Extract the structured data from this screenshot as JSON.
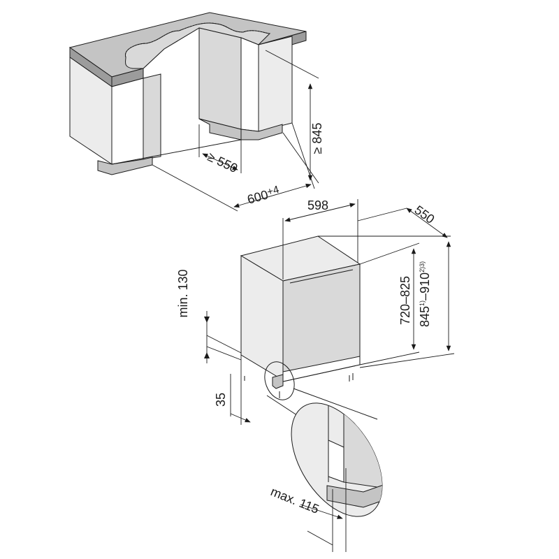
{
  "labels": {
    "top_height": "≥ 845",
    "top_depth": "≥ 550",
    "top_width_main": "600",
    "top_width_tol": "+4",
    "width": "598",
    "depth": "550",
    "height_range": "720–825",
    "full_height_min": "845",
    "full_height_min_note": "1)",
    "full_height_max": "–910",
    "full_height_max_note": "2)3)",
    "plinth_height": "min. 130",
    "plinth_depth": "35",
    "max_detail": "max. 115"
  }
}
